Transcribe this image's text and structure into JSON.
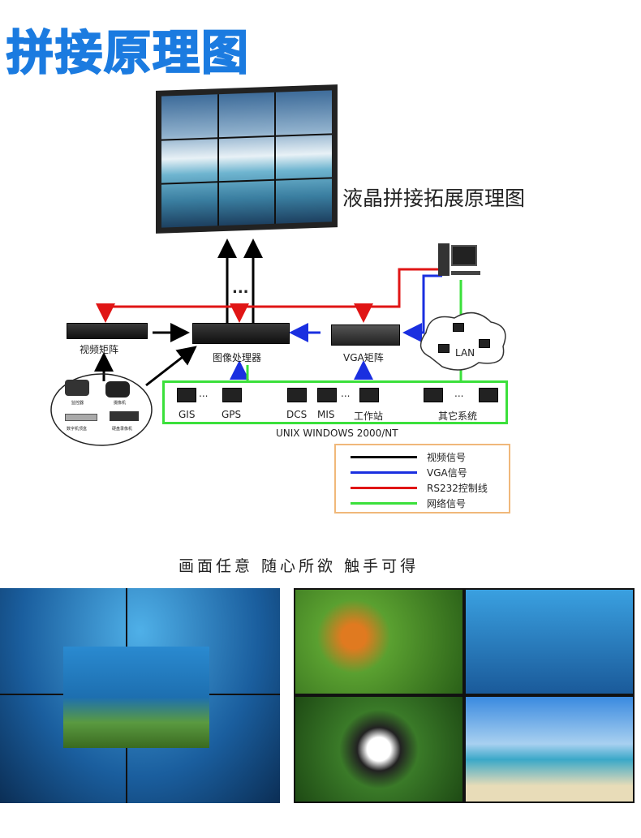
{
  "header": {
    "title": "拼接原理图"
  },
  "diagram": {
    "subtitle": "液晶拼接拓展原理图",
    "ellipsis": "...",
    "nodes": {
      "video_matrix": "视频矩阵",
      "image_processor": "图像处理器",
      "vga_matrix": "VGA矩阵",
      "lan": "LAN",
      "gis": "GIS",
      "gps": "GPS",
      "dcs": "DCS",
      "mis": "MIS",
      "workstation": "工作站",
      "other": "其它系统",
      "os": "UNIX WINDOWS 2000/NT",
      "sources": [
        "监控器",
        "摄像机",
        "数字机顶盒",
        "硬盘录像机"
      ]
    },
    "legend": [
      {
        "label": "视频信号",
        "color": "#000000"
      },
      {
        "label": "VGA信号",
        "color": "#1a2fe0"
      },
      {
        "label": "RS232控制线",
        "color": "#e01515"
      },
      {
        "label": "网络信号",
        "color": "#3be03b"
      }
    ]
  },
  "slogan": "画面任意 随心所欲 触手可得"
}
